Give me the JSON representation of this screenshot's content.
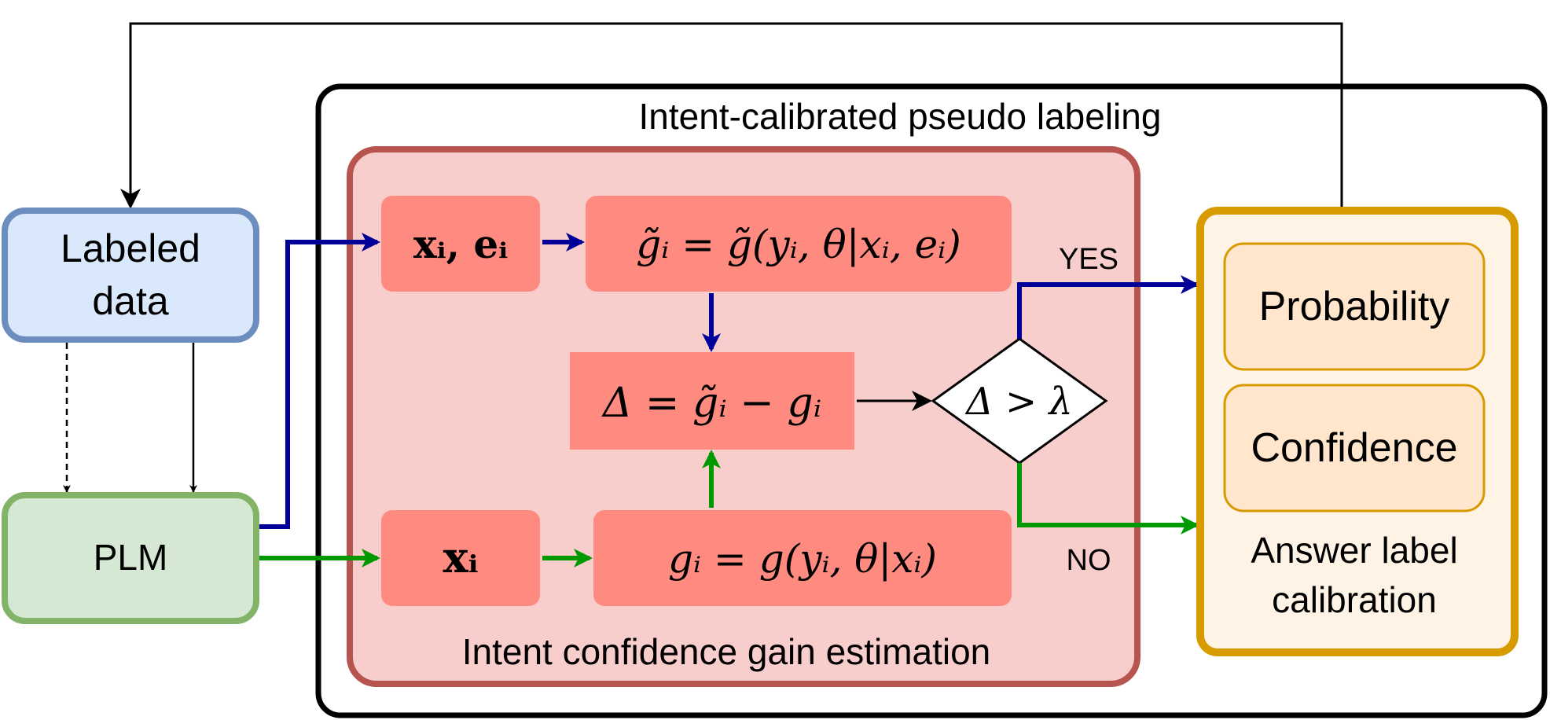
{
  "title": "Intent-calibrated pseudo labeling",
  "estimation_label": "Intent confidence gain estimation",
  "calibration": {
    "label_line1": "Answer label",
    "label_line2": "calibration",
    "probability": "Probability",
    "confidence": "Confidence"
  },
  "labeled_data": {
    "line1": "Labeled",
    "line2": "data"
  },
  "plm": "PLM",
  "math": {
    "xe": "xᵢ, eᵢ",
    "x": "xᵢ",
    "g_tilde_main": "g̃ᵢ = g̃(yᵢ, θ|xᵢ, eᵢ)",
    "g_main": "gᵢ = g(yᵢ, θ|xᵢ)",
    "delta": "Δ = g̃ᵢ − gᵢ",
    "condition": "Δ > λ"
  },
  "decision": {
    "yes": "YES",
    "no": "NO"
  },
  "colors": {
    "blue_path": "#000099",
    "green_path": "#009900",
    "red_outer": "#b85450",
    "red_fill": "#f8cecc",
    "node_fill": "#ff8a80",
    "orange_border": "#d79b00",
    "orange_fill": "#fff3e6",
    "blue_border": "#6c8ebf",
    "blue_fill": "#dae8fc",
    "green_border": "#82b366",
    "green_fill": "#d5e8d4"
  }
}
